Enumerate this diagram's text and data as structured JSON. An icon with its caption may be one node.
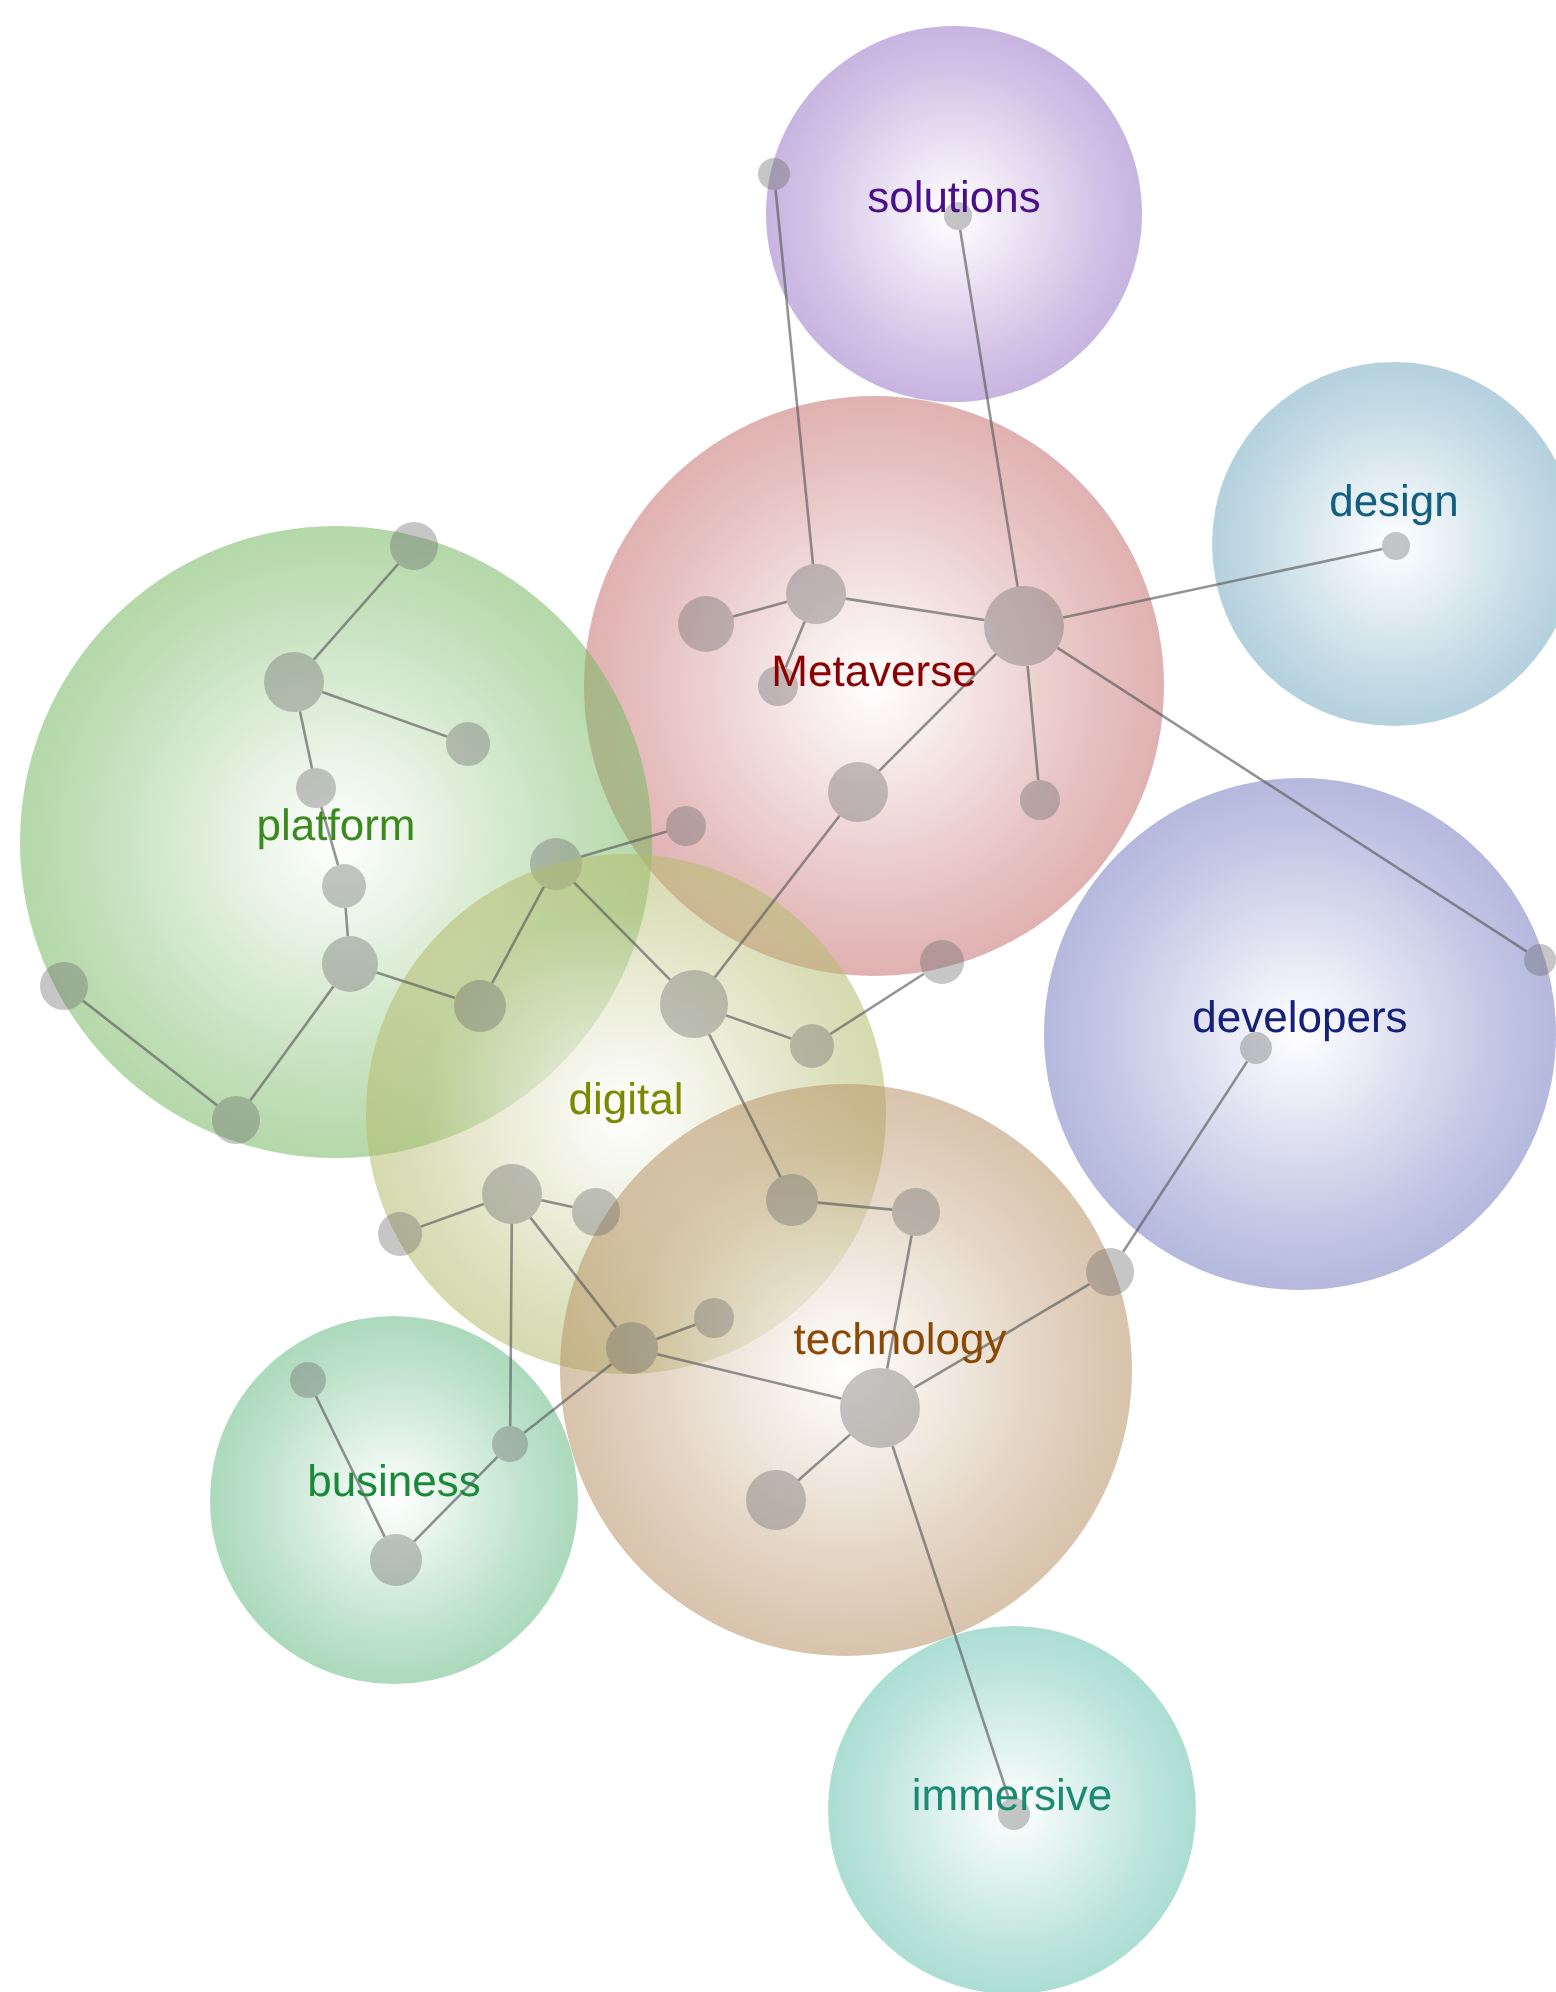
{
  "diagram": {
    "nodes": [
      {
        "text": [
          "solutions"
        ]
      },
      {
        "text": [
          "design"
        ]
      },
      {
        "text": [
          "Metaverse"
        ]
      },
      {
        "text": [
          "platform"
        ]
      },
      {
        "text": [
          "developers"
        ]
      },
      {
        "text": [
          "digital"
        ]
      },
      {
        "text": [
          "technology"
        ]
      },
      {
        "text": [
          "business"
        ]
      },
      {
        "text": [
          "immersive"
        ]
      },
      {
        "text": [],
        "shape": "circle"
      },
      {
        "text": [],
        "shape": "circle",
        "in": 0
      },
      {
        "text": [],
        "shape": "circle",
        "in": 1
      },
      {
        "text": [],
        "shape": "circle",
        "in": 2
      },
      {
        "text": [],
        "shape": "circle",
        "in": 2
      },
      {
        "text": [],
        "shape": "circle",
        "in": 2
      },
      {
        "text": [],
        "shape": "circle",
        "in": 2
      },
      {
        "text": [],
        "shape": "circle",
        "in": 2
      },
      {
        "text": [],
        "shape": "circle",
        "in": 2
      },
      {
        "text": [],
        "shape": "circle",
        "in": 2
      },
      {
        "text": [],
        "shape": "circle"
      },
      {
        "text": [],
        "shape": "circle",
        "in": 4
      },
      {
        "text": [],
        "shape": "circle",
        "in": 3
      },
      {
        "text": [],
        "shape": "circle",
        "in": 3
      },
      {
        "text": [],
        "shape": "circle",
        "in": 3
      },
      {
        "text": [],
        "shape": "circle",
        "in": 3
      },
      {
        "text": [],
        "shape": "circle",
        "in": 3
      },
      {
        "text": [],
        "shape": "circle",
        "in": 3
      },
      {
        "text": [],
        "shape": "circle",
        "in": 3
      },
      {
        "text": [],
        "shape": "circle",
        "in": 3
      },
      {
        "text": [],
        "shape": "circle",
        "in": 3
      },
      {
        "text": [],
        "shape": "circle"
      },
      {
        "text": [],
        "shape": "circle",
        "in": 5
      },
      {
        "text": [],
        "shape": "circle",
        "in": 5
      },
      {
        "text": [],
        "shape": "circle",
        "in": 5
      },
      {
        "text": [],
        "shape": "circle"
      },
      {
        "text": [],
        "shape": "circle",
        "in": 5
      },
      {
        "text": [],
        "shape": "circle"
      },
      {
        "text": [],
        "shape": "circle",
        "in": 6
      },
      {
        "text": [],
        "shape": "circle"
      },
      {
        "text": [],
        "shape": "circle"
      },
      {
        "text": [],
        "shape": "circle",
        "in": 6
      },
      {
        "text": [],
        "shape": "circle",
        "in": 6
      },
      {
        "text": [],
        "shape": "circle",
        "in": 6
      },
      {
        "text": [],
        "shape": "circle",
        "in": 4
      },
      {
        "text": [],
        "shape": "circle",
        "in": 7
      },
      {
        "text": [],
        "shape": "circle",
        "in": 7
      },
      {
        "text": [],
        "shape": "circle",
        "in": 7
      },
      {
        "text": [],
        "shape": "circle",
        "in": 8
      }
    ],
    "edges": [
      {
        "from": 9,
        "to": 13,
        "arrow": "none"
      },
      {
        "from": 10,
        "to": 14,
        "arrow": "none"
      },
      {
        "from": 12,
        "to": 13,
        "arrow": "none"
      },
      {
        "from": 13,
        "to": 14,
        "arrow": "none"
      },
      {
        "from": 13,
        "to": 15,
        "arrow": "none"
      },
      {
        "from": 14,
        "to": 11,
        "arrow": "none"
      },
      {
        "from": 14,
        "to": 17,
        "arrow": "none"
      },
      {
        "from": 14,
        "to": 20,
        "arrow": "none"
      },
      {
        "from": 14,
        "to": 16,
        "arrow": "none"
      },
      {
        "from": 16,
        "to": 31,
        "arrow": "none"
      },
      {
        "from": 18,
        "to": 29,
        "arrow": "none"
      },
      {
        "from": 21,
        "to": 22,
        "arrow": "none"
      },
      {
        "from": 22,
        "to": 23,
        "arrow": "none"
      },
      {
        "from": 22,
        "to": 24,
        "arrow": "none"
      },
      {
        "from": 24,
        "to": 25,
        "arrow": "none"
      },
      {
        "from": 25,
        "to": 26,
        "arrow": "none"
      },
      {
        "from": 26,
        "to": 30,
        "arrow": "none"
      },
      {
        "from": 26,
        "to": 28,
        "arrow": "none"
      },
      {
        "from": 27,
        "to": 28,
        "arrow": "none"
      },
      {
        "from": 29,
        "to": 30,
        "arrow": "none"
      },
      {
        "from": 29,
        "to": 31,
        "arrow": "none"
      },
      {
        "from": 31,
        "to": 36,
        "arrow": "none"
      },
      {
        "from": 31,
        "to": 32,
        "arrow": "none"
      },
      {
        "from": 32,
        "to": 19,
        "arrow": "none"
      },
      {
        "from": 36,
        "to": 37,
        "arrow": "none"
      },
      {
        "from": 37,
        "to": 40,
        "arrow": "none"
      },
      {
        "from": 33,
        "to": 35,
        "arrow": "none"
      },
      {
        "from": 33,
        "to": 34,
        "arrow": "none"
      },
      {
        "from": 33,
        "to": 38,
        "arrow": "none"
      },
      {
        "from": 33,
        "to": 45,
        "arrow": "none"
      },
      {
        "from": 38,
        "to": 40,
        "arrow": "none"
      },
      {
        "from": 45,
        "to": 38,
        "arrow": "none"
      },
      {
        "from": 38,
        "to": 39,
        "arrow": "none"
      },
      {
        "from": 46,
        "to": 44,
        "arrow": "none"
      },
      {
        "from": 46,
        "to": 45,
        "arrow": "none"
      },
      {
        "from": 40,
        "to": 41,
        "arrow": "none"
      },
      {
        "from": 40,
        "to": 42,
        "arrow": "none"
      },
      {
        "from": 42,
        "to": 43,
        "arrow": "none"
      },
      {
        "from": 40,
        "to": 47,
        "arrow": "none"
      }
    ]
  }
}
